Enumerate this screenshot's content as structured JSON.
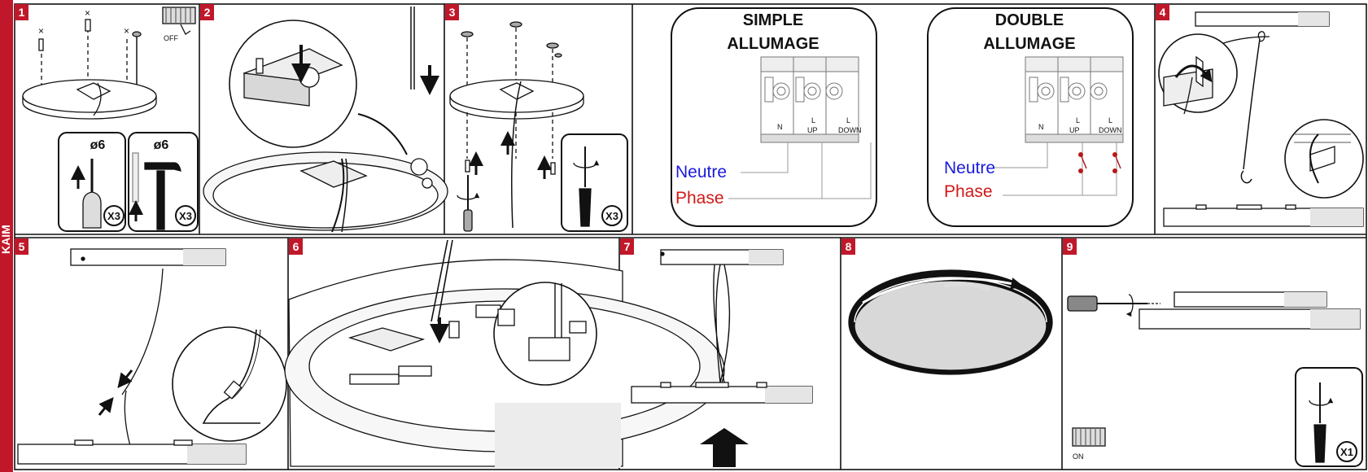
{
  "brand": {
    "name": "KAIM",
    "color": "#c0182a"
  },
  "steps": [
    {
      "number": "1",
      "labels": {
        "drill_size": "ø6",
        "drill_count": "X3",
        "plug_size": "ø6",
        "plug_count": "X3",
        "power_off": "OFF"
      }
    },
    {
      "number": "2"
    },
    {
      "number": "3",
      "labels": {
        "screw_count": "X3"
      }
    },
    {
      "number": "4"
    },
    {
      "number": "5"
    },
    {
      "number": "6"
    },
    {
      "number": "7"
    },
    {
      "number": "8"
    },
    {
      "number": "9",
      "labels": {
        "screw_count": "X1",
        "power_on": "ON"
      }
    }
  ],
  "wiring": {
    "simple": {
      "title_line1": "SIMPLE",
      "title_line2": "ALLUMAGE"
    },
    "double": {
      "title_line1": "DOUBLE",
      "title_line2": "ALLUMAGE"
    },
    "terminals": {
      "n": "N",
      "l1": "L",
      "up": "UP",
      "l2": "L",
      "down": "DOWN"
    },
    "neutral_label": "Neutre",
    "phase_label": "Phase",
    "neutral_color": "#1a1adb",
    "phase_color": "#d01818"
  },
  "marks": {
    "cross": "×"
  }
}
